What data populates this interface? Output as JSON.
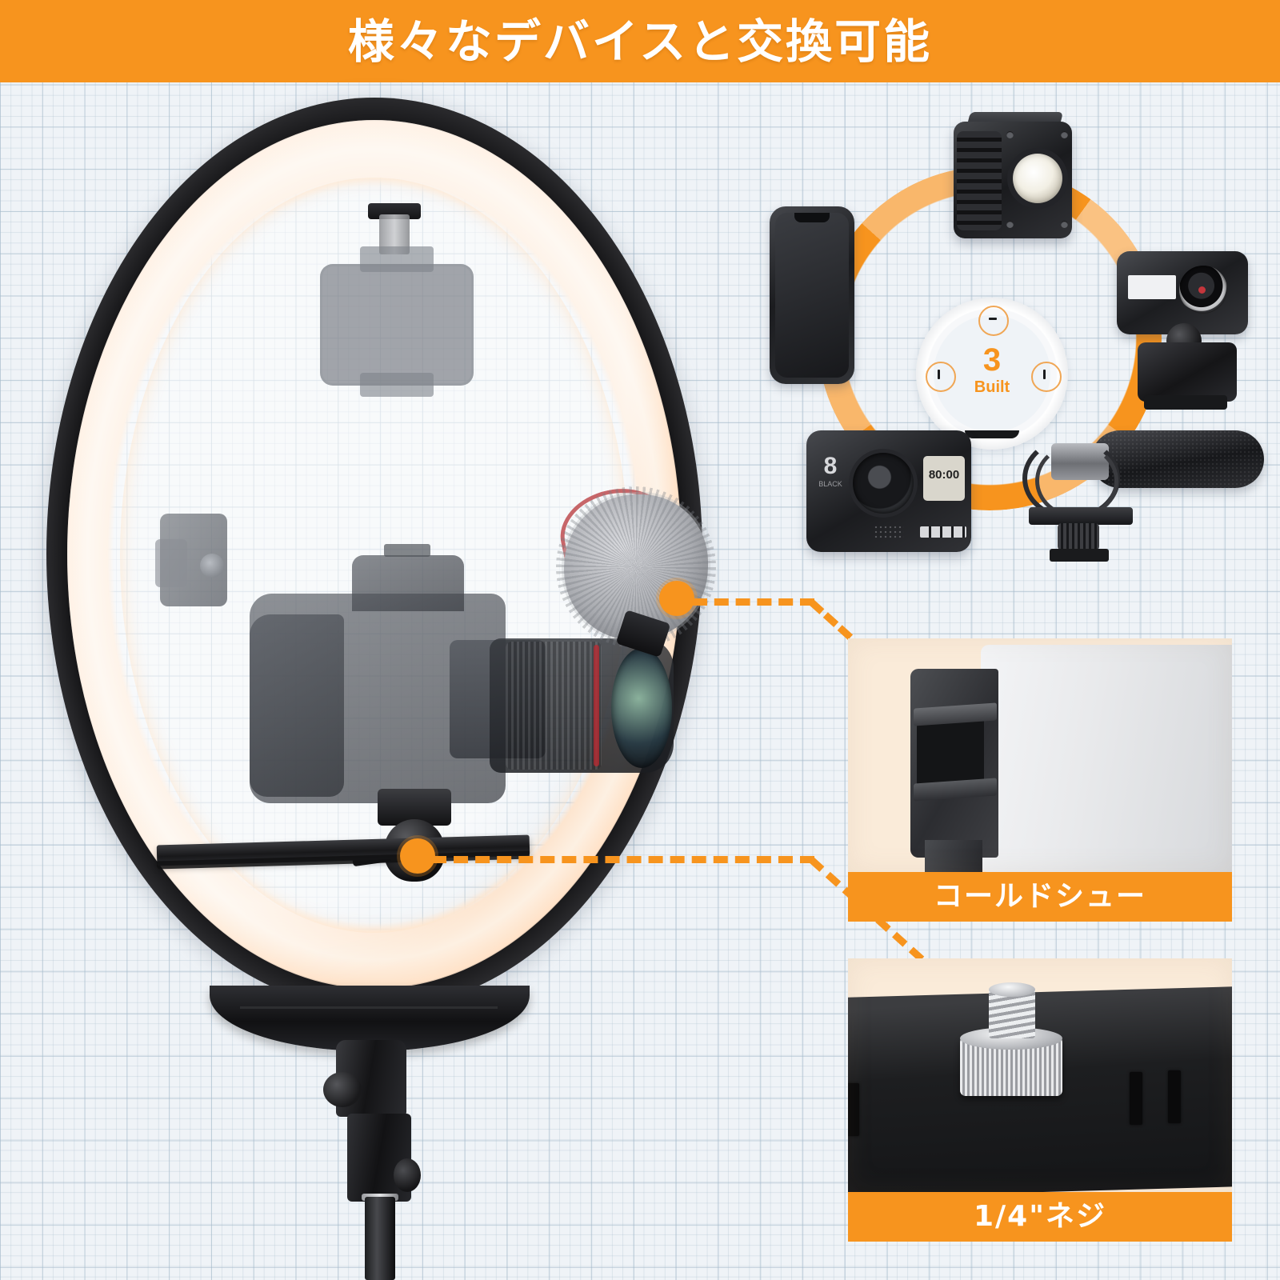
{
  "banner": {
    "title": "様々なデバイスと交換可能"
  },
  "compatibility_diagram": {
    "center_ring": {
      "count": "3",
      "label": "Built",
      "mount_points": 3
    },
    "devices": [
      {
        "name": "smartphone",
        "position": "left"
      },
      {
        "name": "led-cube-light",
        "position": "top"
      },
      {
        "name": "webcam",
        "position": "right"
      },
      {
        "name": "action-camera",
        "position": "bottom-left",
        "display_number": "8",
        "display_sub": "BLACK",
        "display_time": "80:00"
      },
      {
        "name": "shotgun-microphone",
        "position": "bottom-right"
      }
    ]
  },
  "main_product": {
    "name": "ring-light",
    "mounted_devices": [
      {
        "name": "smartphone-holder",
        "position": "top"
      },
      {
        "name": "dslr-camera",
        "position": "center"
      },
      {
        "name": "led-light",
        "position": "left"
      },
      {
        "name": "furry-microphone",
        "position": "right"
      }
    ]
  },
  "detail_panels": [
    {
      "id": "cold-shoe",
      "caption": "コールドシュー"
    },
    {
      "id": "quarter-screw",
      "caption": "1/4\"ネジ"
    }
  ],
  "colors": {
    "accent_orange": "#F7941E",
    "light_orange": "#F9B76B",
    "panel_cream": "#FAEBD9",
    "background": "#EFF3F7",
    "banner_text": "#FFFFFF"
  }
}
